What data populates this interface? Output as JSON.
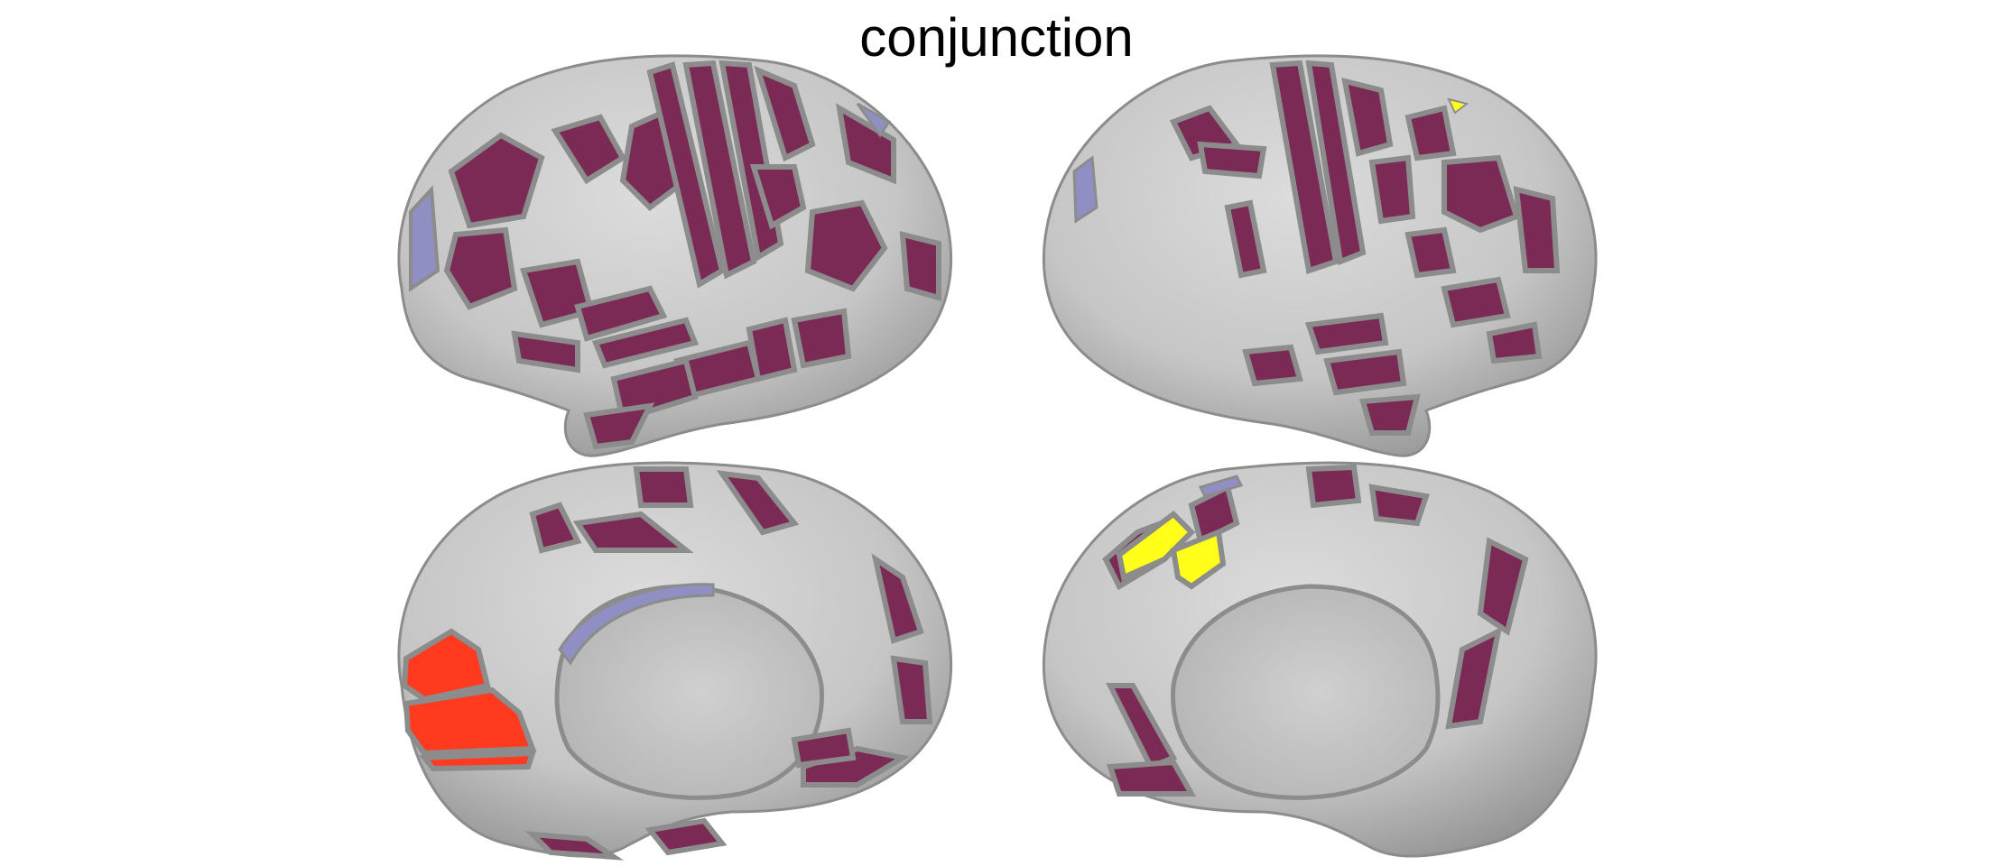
{
  "title": "conjunction",
  "colors": {
    "background": "#ffffff",
    "surface": "#c9c9c9",
    "surface_shade": "#9c9c9c",
    "border": "#8c8c8c",
    "parcel_maroon": "#7a2a55",
    "parcel_lavender": "#8f8fc4",
    "parcel_red": "#ff3a1f",
    "parcel_yellow": "#ffff1a"
  },
  "views": [
    {
      "name": "left-lateral"
    },
    {
      "name": "right-lateral"
    },
    {
      "name": "left-medial"
    },
    {
      "name": "right-medial"
    }
  ]
}
